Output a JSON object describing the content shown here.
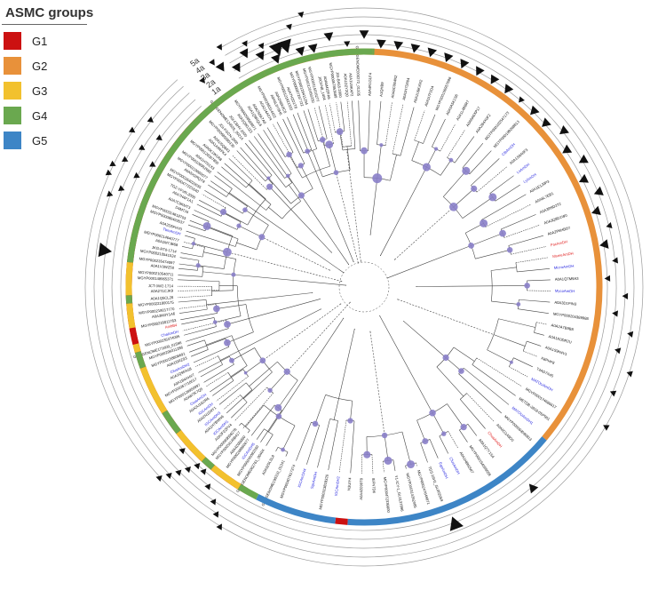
{
  "legend": {
    "title": "ASMC groups",
    "groups": [
      {
        "name": "G1",
        "color": "#cc1111"
      },
      {
        "name": "G2",
        "color": "#e8913a"
      },
      {
        "name": "G3",
        "color": "#f2c12e"
      },
      {
        "name": "G4",
        "color": "#6aa84f"
      },
      {
        "name": "G5",
        "color": "#3d85c6"
      }
    ]
  },
  "ring_labels": [
    "5a",
    "4a",
    "3a",
    "2a",
    "1a"
  ],
  "group_ring": [
    {
      "group": "G1",
      "start": 210,
      "end": 323
    },
    {
      "group": "G2",
      "start": 323,
      "end": 490
    },
    {
      "group": "G5",
      "start": 490,
      "end": 544
    },
    {
      "group": "G1",
      "start": 544,
      "end": 547
    },
    {
      "group": "G5",
      "start": 547,
      "end": 567
    },
    {
      "group": "G4",
      "start": 567,
      "end": 572
    },
    {
      "group": "G3",
      "start": 572,
      "end": 580
    },
    {
      "group": "G4",
      "start": 580,
      "end": 583
    },
    {
      "group": "G3",
      "start": 583,
      "end": 592
    },
    {
      "group": "G4",
      "start": 592,
      "end": 598
    },
    {
      "group": "G3",
      "start": 598,
      "end": 610
    },
    {
      "group": "G4",
      "start": 610,
      "end": 614
    },
    {
      "group": "G3",
      "start": 614,
      "end": 616
    },
    {
      "group": "G1",
      "start": 616,
      "end": 620
    },
    {
      "group": "G3",
      "start": 620,
      "end": 626
    },
    {
      "group": "G4",
      "start": 626,
      "end": 628
    },
    {
      "group": "G3",
      "start": 628,
      "end": 636
    },
    {
      "group": "G4",
      "start": 636,
      "end": 695
    },
    {
      "group": "G4",
      "start": 695,
      "end": 722
    },
    {
      "group": "G4",
      "start": 722,
      "end": 720
    }
  ],
  "leaves": [
    {
      "label": "MGYP000266082030",
      "color": "black"
    },
    {
      "label": "MGYP000248860477",
      "color": "black"
    },
    {
      "label": "MGYP000341486417",
      "color": "black"
    },
    {
      "label": "A0A3F2ZFV4",
      "color": "black"
    },
    {
      "label": "A0A1H7BWN6",
      "color": "black"
    },
    {
      "label": "A0A2N1D4Y1",
      "color": "black"
    },
    {
      "label": "A0A2U1G2R6",
      "color": "black"
    },
    {
      "label": "A0A6I7K7Q5",
      "color": "black"
    },
    {
      "label": "MGYP000267718017",
      "color": "black"
    },
    {
      "label": "A0A1Q9FAS8",
      "color": "black"
    },
    {
      "label": "A0A1I5RZ93",
      "color": "black"
    },
    {
      "label": "MGYP000299311286",
      "color": "black"
    },
    {
      "label": "MGYP000235374095",
      "color": "black"
    },
    {
      "label": "AmbB4",
      "color": "red"
    },
    {
      "label": "A0A3M3Y1A6",
      "color": "black"
    },
    {
      "label": "MGYP000221800175",
      "color": "black"
    },
    {
      "label": "A0A2T1CJK9",
      "color": "black"
    },
    {
      "label": "MGYP000148965371",
      "color": "black"
    },
    {
      "label": "A0A1V3WZ50",
      "color": "black"
    },
    {
      "label": "MGYP000210541524",
      "color": "black"
    },
    {
      "label": "A0A1M7JB68",
      "color": "black"
    },
    {
      "label": "TbmAmDH",
      "color": "blue"
    },
    {
      "label": "MGYP000080493537",
      "color": "black"
    },
    {
      "label": "D4M7J4",
      "color": "black"
    },
    {
      "label": "A0A7H4F1A1",
      "color": "black"
    },
    {
      "label": "MGYP000477221640",
      "color": "black"
    },
    {
      "label": "A0A5H2RQY8",
      "color": "black"
    },
    {
      "label": "MGYP000106952682",
      "color": "black"
    },
    {
      "label": "MGYP000129367850",
      "color": "black"
    },
    {
      "label": "A0A1A9RFK4",
      "color": "black"
    },
    {
      "label": "MGYP000685585130",
      "color": "black"
    },
    {
      "label": "GUT GENOME124526_00214",
      "color": "black"
    },
    {
      "label": "A0A1Q9DJZ3",
      "color": "black"
    },
    {
      "label": "A0A1Q9RQL6",
      "color": "black"
    },
    {
      "label": "A0A2J4A074",
      "color": "black"
    },
    {
      "label": "A0A6L0Y9H6",
      "color": "black"
    },
    {
      "label": "MGYP000121921333",
      "color": "black"
    },
    {
      "label": "MGYP000097267722",
      "color": "black"
    },
    {
      "label": "MGYP000120450250",
      "color": "black"
    },
    {
      "label": "J0GFN8_1404",
      "color": "black"
    },
    {
      "label": "MGYP000057853689",
      "color": "black"
    },
    {
      "label": "A0A1D2Y2Q0",
      "color": "black"
    },
    {
      "label": "GUT GENOME000272_01335",
      "color": "black"
    },
    {
      "label": "A0A4R1GLF4",
      "color": "black"
    },
    {
      "label": "A1QHB9",
      "color": "black"
    },
    {
      "label": "A0A6C0B4N2",
      "color": "black"
    },
    {
      "label": "A0A1H7D004",
      "color": "black"
    },
    {
      "label": "A0A1U9KXM2",
      "color": "black"
    },
    {
      "label": "A0A1I7F2D4",
      "color": "black"
    },
    {
      "label": "MGYP000106957698",
      "color": "black"
    },
    {
      "label": "A0A3A5K1S6",
      "color": "black"
    },
    {
      "label": "A0A1L4B8R7",
      "color": "black"
    },
    {
      "label": "A0A6A0XP17",
      "color": "black"
    },
    {
      "label": "A0A2B4X0F2",
      "color": "black"
    },
    {
      "label": "MGYP000102547173",
      "color": "black"
    },
    {
      "label": "MGYP000199268813",
      "color": "black"
    },
    {
      "label": "CfbAmDH",
      "color": "blue"
    },
    {
      "label": "A0A1S9A0F3",
      "color": "black"
    },
    {
      "label": "LsAmDH",
      "color": "blue"
    },
    {
      "label": "LyAmDH",
      "color": "blue"
    },
    {
      "label": "A0A1E1J9P3",
      "color": "black"
    },
    {
      "label": "A0A6L7EB1",
      "color": "black"
    },
    {
      "label": "A0A3R9D2T2",
      "color": "black"
    },
    {
      "label": "A0A3Q8D1W0",
      "color": "black"
    },
    {
      "label": "A0A2P6HBD7",
      "color": "black"
    },
    {
      "label": "PacAmDH",
      "color": "red"
    },
    {
      "label": "MsmeAmDH",
      "color": "red"
    },
    {
      "label": "MicroAmDH",
      "color": "blue"
    },
    {
      "label": "A0A1Q7M9A3",
      "color": "black"
    },
    {
      "label": "MycoAmDH",
      "color": "blue"
    },
    {
      "label": "A0A3D1PIN3",
      "color": "black"
    },
    {
      "label": "MGYP000204389988",
      "color": "black"
    },
    {
      "label": "A0A2A7B9B8",
      "color": "black"
    },
    {
      "label": "A0A1K0DR2U",
      "color": "black"
    },
    {
      "label": "A0A1S9H4V1",
      "color": "black"
    },
    {
      "label": "K8PHF8",
      "color": "black"
    },
    {
      "label": "T4AD7A45",
      "color": "black"
    },
    {
      "label": "MATOUAmDH",
      "color": "blue"
    },
    {
      "label": "MGYP000174686617",
      "color": "black"
    },
    {
      "label": "METDB-2818-0SP001",
      "color": "black"
    },
    {
      "label": "MATOUAmDH1",
      "color": "blue"
    },
    {
      "label": "MGYP000069090813",
      "color": "black"
    },
    {
      "label": "A0A6G1A9D0",
      "color": "black"
    },
    {
      "label": "ChuaAmDH",
      "color": "red"
    },
    {
      "label": "A0A1Q7Y1S4",
      "color": "black"
    },
    {
      "label": "MGYP000154099058",
      "color": "black"
    },
    {
      "label": "A0A1H8M2W7",
      "color": "black"
    },
    {
      "label": "CfusAmDH",
      "color": "blue"
    },
    {
      "label": "EgoAmDH",
      "color": "blue"
    },
    {
      "label": "TDS-16H1_GL002059",
      "color": "black"
    },
    {
      "label": "MGYP000247649971",
      "color": "black"
    },
    {
      "label": "MGYP000314262085",
      "color": "black"
    },
    {
      "label": "Y1-ICY-1_GL0137896",
      "color": "black"
    },
    {
      "label": "MGYP000472336600",
      "color": "black"
    },
    {
      "label": "IEFN7D6",
      "color": "black"
    },
    {
      "label": "A0A4Z099T8",
      "color": "black"
    },
    {
      "label": "N3UIY4",
      "color": "black"
    },
    {
      "label": "IGCAmDH2",
      "color": "blue"
    },
    {
      "label": "MGYP000313818326",
      "color": "black"
    },
    {
      "label": "SgcAmDH",
      "color": "blue"
    },
    {
      "label": "IGCAmDH4",
      "color": "blue"
    },
    {
      "label": "MGYP000407617374",
      "color": "black"
    },
    {
      "label": "GUT GENOME190310_01341",
      "color": "black"
    },
    {
      "label": "A0A3Z0LSL8",
      "color": "black"
    },
    {
      "label": "GUT GENOME062761_00404",
      "color": "black"
    },
    {
      "label": "IGCAmDH5",
      "color": "blue"
    },
    {
      "label": "A0A4Z0B0B0",
      "color": "black"
    },
    {
      "label": "MGYP000069508278",
      "color": "black"
    },
    {
      "label": "IGCAmDH1",
      "color": "blue"
    },
    {
      "label": "IGCAmDH3",
      "color": "blue"
    },
    {
      "label": "IGCAmDH",
      "color": "blue"
    },
    {
      "label": "CtuaAmDH",
      "color": "blue"
    },
    {
      "label": "MGYP000128950997",
      "color": "black"
    },
    {
      "label": "A0A1B4AHV7",
      "color": "black"
    },
    {
      "label": "CfusAmDH2",
      "color": "blue"
    },
    {
      "label": "MGYP000158808691",
      "color": "black"
    },
    {
      "label": "GUT GENOME171609_01596",
      "color": "black"
    },
    {
      "label": "ChaAmDH",
      "color": "blue"
    },
    {
      "label": "MGYP000218011763",
      "color": "black"
    },
    {
      "label": "MGYP000218017770",
      "color": "black"
    },
    {
      "label": "A0A1Q5CL28",
      "color": "black"
    },
    {
      "label": "JCT-0W2-1714",
      "color": "black"
    },
    {
      "label": "MGYP000210540711",
      "color": "black"
    },
    {
      "label": "MGYP000235474097",
      "color": "black"
    },
    {
      "label": "JKG-RT0-1714",
      "color": "black"
    },
    {
      "label": "MGYP000214640777",
      "color": "black"
    },
    {
      "label": "A0A2D5FHY0",
      "color": "black"
    },
    {
      "label": "MGYP000314618703",
      "color": "black"
    },
    {
      "label": "A0A7C9KMT3",
      "color": "black"
    },
    {
      "label": "TGZ-YFVR-2000",
      "color": "black"
    },
    {
      "label": "MGYP000264020035",
      "color": "black"
    },
    {
      "label": "MGYP000219660077",
      "color": "black"
    },
    {
      "label": "A0A1H7S1X3",
      "color": "black"
    },
    {
      "label": "A0A5K1W1R8",
      "color": "black"
    },
    {
      "label": "A0A1I5Q8A3",
      "color": "black"
    },
    {
      "label": "JGI-FGCN-2000",
      "color": "black"
    },
    {
      "label": "JGI-CBHV-2000",
      "color": "black"
    },
    {
      "label": "MGYP000208588871",
      "color": "black"
    },
    {
      "label": "A0A2S0A7A0",
      "color": "black"
    },
    {
      "label": "MGYP000299314422",
      "color": "black"
    },
    {
      "label": "A0A2N8K0C8",
      "color": "black"
    },
    {
      "label": "A0A7H2D1T8",
      "color": "black"
    },
    {
      "label": "MGYP000128411294",
      "color": "black"
    },
    {
      "label": "MGYP000314016277",
      "color": "black"
    },
    {
      "label": "A0A6M1EFA5",
      "color": "black"
    },
    {
      "label": "JGI-BA55-2000",
      "color": "black"
    },
    {
      "label": "A0A1U9KAP2",
      "color": "black"
    }
  ],
  "triangles": [
    {
      "angle": 296,
      "ring": 4,
      "size": "small"
    },
    {
      "angle": 327,
      "ring": 2,
      "size": "medium"
    },
    {
      "angle": 330,
      "ring": 1,
      "size": "medium"
    },
    {
      "angle": 333,
      "ring": 2,
      "size": "medium"
    },
    {
      "angle": 336,
      "ring": 1,
      "size": "medium"
    },
    {
      "angle": 339,
      "ring": 0,
      "size": "medium"
    },
    {
      "angle": 342,
      "ring": 1,
      "size": "large"
    },
    {
      "angle": 345,
      "ring": 0,
      "size": "medium"
    },
    {
      "angle": 348,
      "ring": 0,
      "size": "medium"
    },
    {
      "angle": 352,
      "ring": 1,
      "size": "medium"
    },
    {
      "angle": 356,
      "ring": 0,
      "size": "small"
    },
    {
      "angle": 360,
      "ring": 1,
      "size": "medium"
    },
    {
      "angle": 364,
      "ring": 0,
      "size": "medium"
    },
    {
      "angle": 368,
      "ring": 0,
      "size": "medium"
    },
    {
      "angle": 372,
      "ring": 0,
      "size": "medium"
    },
    {
      "angle": 376,
      "ring": 0,
      "size": "medium"
    },
    {
      "angle": 380,
      "ring": 0,
      "size": "medium"
    },
    {
      "angle": 384,
      "ring": 0,
      "size": "medium"
    },
    {
      "angle": 388,
      "ring": 0,
      "size": "medium"
    },
    {
      "angle": 392,
      "ring": 0,
      "size": "medium"
    },
    {
      "angle": 396,
      "ring": 0,
      "size": "medium"
    },
    {
      "angle": 400,
      "ring": 0,
      "size": "small"
    },
    {
      "angle": 404,
      "ring": 0,
      "size": "medium"
    },
    {
      "angle": 408,
      "ring": 0,
      "size": "medium"
    },
    {
      "angle": 412,
      "ring": 1,
      "size": "medium"
    },
    {
      "angle": 416,
      "ring": 0,
      "size": "medium"
    },
    {
      "angle": 420,
      "ring": 1,
      "size": "medium"
    },
    {
      "angle": 424,
      "ring": 0,
      "size": "medium"
    },
    {
      "angle": 428,
      "ring": 1,
      "size": "medium"
    },
    {
      "angle": 432,
      "ring": 0,
      "size": "medium"
    },
    {
      "angle": 436,
      "ring": 1,
      "size": "small"
    },
    {
      "angle": 440,
      "ring": 0,
      "size": "medium"
    },
    {
      "angle": 444,
      "ring": 1,
      "size": "small"
    },
    {
      "angle": 448,
      "ring": 0,
      "size": "small"
    },
    {
      "angle": 452,
      "ring": 2,
      "size": "small"
    },
    {
      "angle": 456,
      "ring": 1,
      "size": "small"
    },
    {
      "angle": 460,
      "ring": 3,
      "size": "small"
    },
    {
      "angle": 464,
      "ring": 2,
      "size": "small"
    },
    {
      "angle": 468,
      "ring": 4,
      "size": "small"
    },
    {
      "angle": 473,
      "ring": 3,
      "size": "small"
    },
    {
      "angle": 480,
      "ring": 4,
      "size": "small"
    },
    {
      "angle": 500,
      "ring": 2,
      "size": "medium"
    },
    {
      "angle": 519,
      "ring": 1,
      "size": "large"
    },
    {
      "angle": 571,
      "ring": 4,
      "size": "small"
    },
    {
      "angle": 573,
      "ring": 3,
      "size": "small"
    },
    {
      "angle": 575,
      "ring": 2,
      "size": "small"
    },
    {
      "angle": 578,
      "ring": 1,
      "size": "small"
    },
    {
      "angle": 581,
      "ring": 0,
      "size": "small"
    },
    {
      "angle": 583,
      "ring": 0,
      "size": "small"
    },
    {
      "angle": 584,
      "ring": 1,
      "size": "small"
    },
    {
      "angle": 585,
      "ring": 2,
      "size": "small"
    },
    {
      "angle": 586,
      "ring": 3,
      "size": "small"
    },
    {
      "angle": 587,
      "ring": 4,
      "size": "small"
    },
    {
      "angle": 588,
      "ring": 0,
      "size": "small"
    },
    {
      "angle": 638,
      "ring": 2,
      "size": "large"
    },
    {
      "angle": 650,
      "ring": 3,
      "size": "small"
    },
    {
      "angle": 652,
      "ring": 2,
      "size": "small"
    },
    {
      "angle": 654,
      "ring": 4,
      "size": "small"
    },
    {
      "angle": 656,
      "ring": 1,
      "size": "small"
    },
    {
      "angle": 658,
      "ring": 3,
      "size": "small"
    },
    {
      "angle": 660,
      "ring": 0,
      "size": "small"
    },
    {
      "angle": 662,
      "ring": 2,
      "size": "small"
    },
    {
      "angle": 664,
      "ring": 4,
      "size": "small"
    },
    {
      "angle": 666,
      "ring": 1,
      "size": "small"
    },
    {
      "angle": 668,
      "ring": 3,
      "size": "small"
    },
    {
      "angle": 682,
      "ring": 2,
      "size": "small"
    },
    {
      "angle": 686,
      "ring": 3,
      "size": "small"
    },
    {
      "angle": 689,
      "ring": 4,
      "size": "small"
    },
    {
      "angle": 694,
      "ring": 3,
      "size": "small"
    },
    {
      "angle": 697,
      "ring": 2,
      "size": "small"
    },
    {
      "angle": 700,
      "ring": 1,
      "size": "large"
    },
    {
      "angle": 704,
      "ring": 3,
      "size": "small"
    },
    {
      "angle": 707,
      "ring": 4,
      "size": "small"
    }
  ]
}
